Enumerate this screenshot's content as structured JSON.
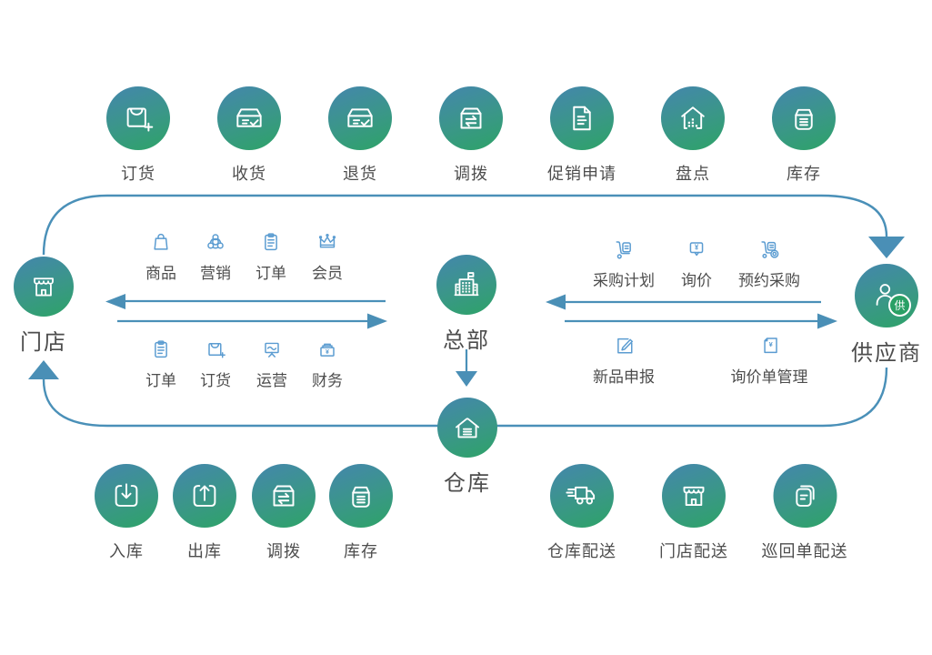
{
  "colors": {
    "circle_gradient_top": "#4486ad",
    "circle_gradient_bottom": "#2da367",
    "small_icon_blue": "#5b9cd1",
    "connector_blue": "#4a90b8",
    "label_gray": "#4d4d4d",
    "background": "#ffffff"
  },
  "hubs": {
    "store": {
      "label": "门店",
      "icon": "storefront-icon"
    },
    "headquarters": {
      "label": "总部",
      "icon": "headquarters-building-icon"
    },
    "warehouse": {
      "label": "仓库",
      "icon": "warehouse-icon"
    },
    "supplier": {
      "label": "供应商",
      "icon": "supplier-person-icon",
      "badge_text": "供"
    }
  },
  "top_row": {
    "items": [
      {
        "label": "订货",
        "icon": "shopping-bag-plus-icon"
      },
      {
        "label": "收货",
        "icon": "box-check-icon"
      },
      {
        "label": "退货",
        "icon": "box-check-icon"
      },
      {
        "label": "调拨",
        "icon": "box-transfer-icon"
      },
      {
        "label": "促销申请",
        "icon": "document-icon"
      },
      {
        "label": "盘点",
        "icon": "stocktake-house-icon"
      },
      {
        "label": "库存",
        "icon": "storage-bin-icon"
      }
    ]
  },
  "store_hq": {
    "row1": {
      "items": [
        {
          "label": "商品",
          "icon": "shopping-bag-icon"
        },
        {
          "label": "营销",
          "icon": "marketing-network-icon"
        },
        {
          "label": "订单",
          "icon": "clipboard-icon"
        },
        {
          "label": "会员",
          "icon": "crown-icon"
        }
      ]
    },
    "row2": {
      "items": [
        {
          "label": "订单",
          "icon": "clipboard-icon"
        },
        {
          "label": "订货",
          "icon": "shopping-bag-plus-icon"
        },
        {
          "label": "运营",
          "icon": "presentation-chart-icon"
        },
        {
          "label": "财务",
          "icon": "cash-box-icon"
        }
      ]
    }
  },
  "hq_supplier": {
    "row1": {
      "items": [
        {
          "label": "采购计划",
          "icon": "trolley-document-icon"
        },
        {
          "label": "询价",
          "icon": "price-inquiry-bubble-icon"
        },
        {
          "label": "预约采购",
          "icon": "cart-coin-icon"
        }
      ]
    },
    "row2": {
      "items": [
        {
          "label": "新品申报",
          "icon": "edit-pencil-icon"
        },
        {
          "label": "询价单管理",
          "icon": "document-yen-icon"
        }
      ]
    }
  },
  "bottom_left_row": {
    "items": [
      {
        "label": "入库",
        "icon": "inbound-arrow-icon"
      },
      {
        "label": "出库",
        "icon": "outbound-arrow-icon"
      },
      {
        "label": "调拨",
        "icon": "box-transfer-icon"
      },
      {
        "label": "库存",
        "icon": "storage-bin-icon"
      }
    ]
  },
  "bottom_right_row": {
    "items": [
      {
        "label": "仓库配送",
        "icon": "delivery-truck-icon"
      },
      {
        "label": "门店配送",
        "icon": "storefront-icon"
      },
      {
        "label": "巡回单配送",
        "icon": "stacked-documents-icon"
      }
    ]
  }
}
